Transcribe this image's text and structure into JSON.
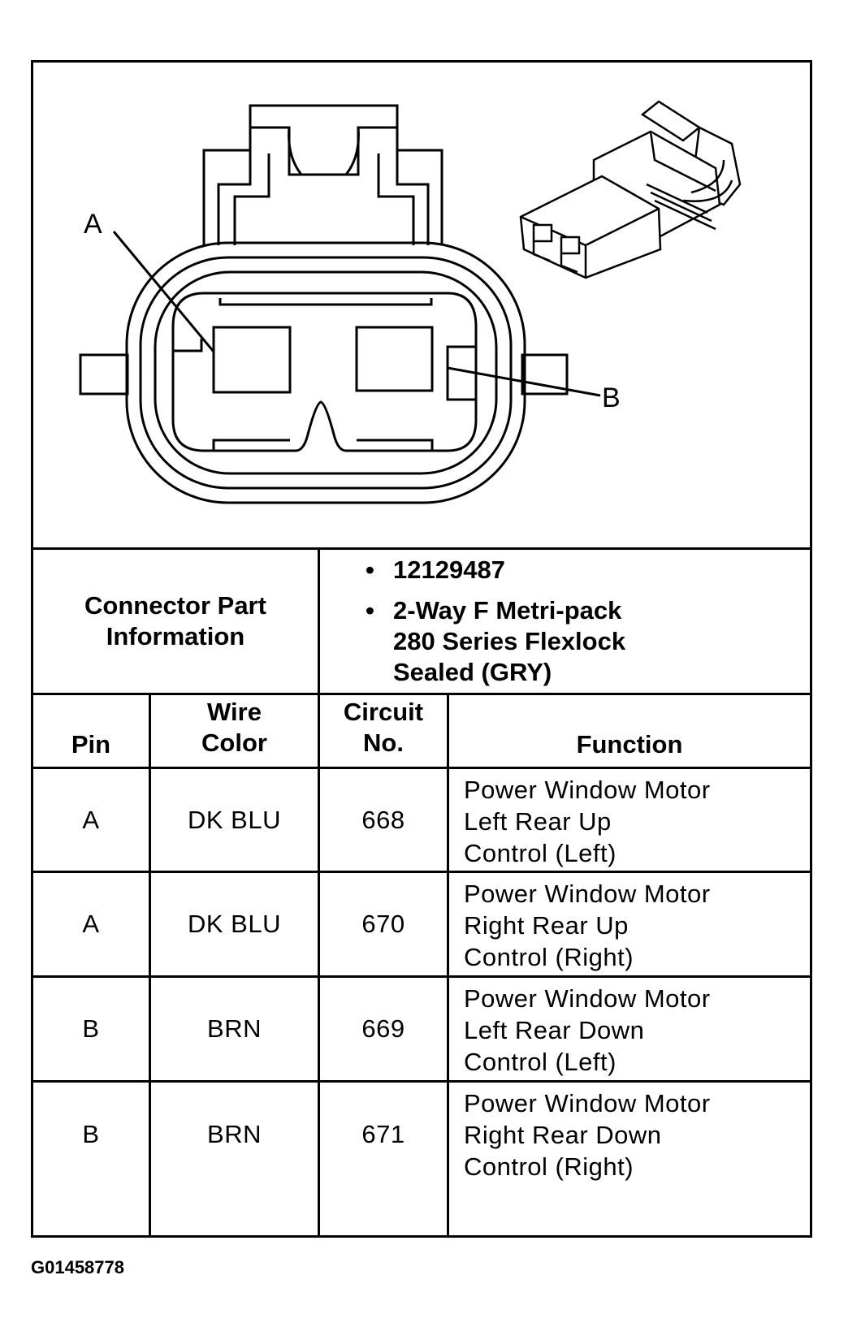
{
  "diagram": {
    "pin_a_label": "A",
    "pin_b_label": "B"
  },
  "connector_info": {
    "label_line1": "Connector Part",
    "label_line2": "Information",
    "items": [
      {
        "lines": [
          "12129487"
        ]
      },
      {
        "lines": [
          "2-Way F Metri-pack",
          "280 Series Flexlock",
          "Sealed (GRY)"
        ]
      }
    ]
  },
  "table": {
    "headers": {
      "pin": "Pin",
      "wire_color": [
        "Wire",
        "Color"
      ],
      "circuit": [
        "Circuit",
        "No."
      ],
      "function": "Function"
    },
    "rows": [
      {
        "pin": "A",
        "wire_color": "DK BLU",
        "circuit": "668",
        "function": [
          "Power Window Motor",
          "Left Rear Up",
          "Control (Left)"
        ]
      },
      {
        "pin": "A",
        "wire_color": "DK BLU",
        "circuit": "670",
        "function": [
          "Power Window Motor",
          "Right Rear Up",
          "Control (Right)"
        ]
      },
      {
        "pin": "B",
        "wire_color": "BRN",
        "circuit": "669",
        "function": [
          "Power Window Motor",
          "Left Rear Down",
          "Control (Left)"
        ]
      },
      {
        "pin": "B",
        "wire_color": "BRN",
        "circuit": "671",
        "function": [
          "Power Window Motor",
          "Right Rear Down",
          "Control (Right)"
        ]
      }
    ]
  },
  "figure_id": "G01458778"
}
